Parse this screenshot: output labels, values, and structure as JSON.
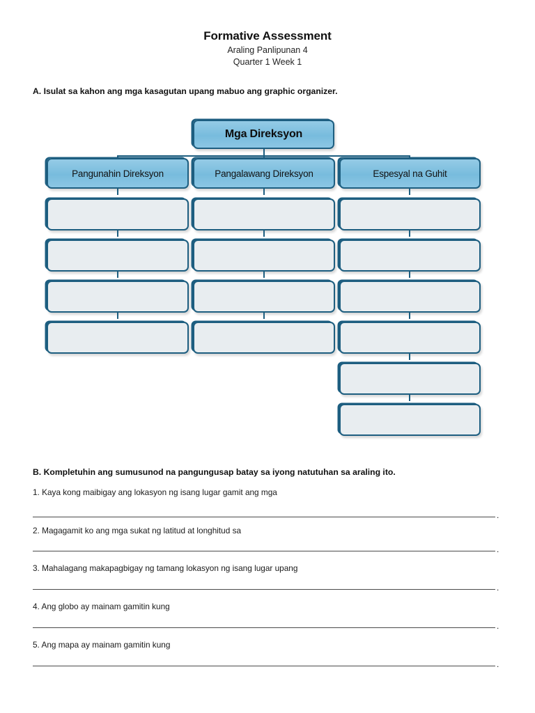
{
  "document": {
    "title": "Formative Assessment",
    "subject": "Araling Panlipunan 4",
    "period": "Quarter 1 Week 1"
  },
  "section_a": {
    "heading": "A. Isulat sa kahon ang mga kasagutan upang mabuo ang graphic organizer.",
    "organizer": {
      "root_label": "Mga Direksyon",
      "columns": [
        {
          "header": "Pangunahin Direksyon",
          "empty_box_count": 4
        },
        {
          "header": "Pangalawang Direksyon",
          "empty_box_count": 4
        },
        {
          "header": "Espesyal na Guhit",
          "empty_box_count": 6
        }
      ]
    }
  },
  "section_b": {
    "heading": "B. Kompletuhin ang sumusunod na pangungusap batay sa iyong natutuhan sa araling ito.",
    "items": [
      {
        "number": "1.",
        "text": "1. Kaya kong maibigay ang lokasyon ng isang lugar gamit ang mga",
        "terminator": "."
      },
      {
        "number": "2.",
        "text": "2. Magagamit ko ang mga sukat ng latitud at longhitud sa",
        "terminator": "."
      },
      {
        "number": "3.",
        "text": "3. Mahalagang makapagbigay ng tamang lokasyon ng isang lugar upang",
        "terminator": "."
      },
      {
        "number": "4.",
        "text": "4. Ang globo ay mainam gamitin kung",
        "terminator": "."
      },
      {
        "number": "5.",
        "text": "5. Ang mapa ay mainam gamitin kung",
        "terminator": "."
      }
    ]
  },
  "colors": {
    "header_fill": "#78bcdd",
    "empty_fill": "#e8edf0",
    "border": "#1d5e80",
    "text": "#1a1a1a"
  }
}
